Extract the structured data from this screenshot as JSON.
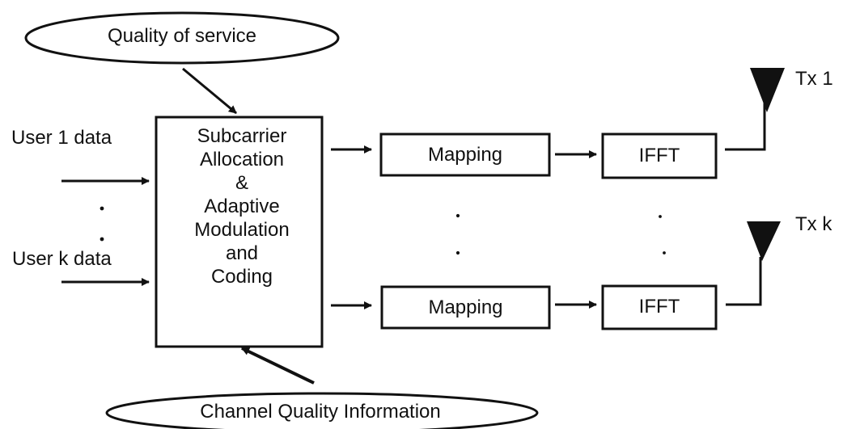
{
  "qos_label": "Quality of service",
  "cqi_label": "Channel Quality Information",
  "user1_label": "User 1 data",
  "userk_label": "User k data",
  "allocation_block_lines": [
    "Subcarrier",
    "Allocation",
    "&",
    "Adaptive",
    "Modulation",
    "and",
    "Coding"
  ],
  "mapping_label": "Mapping",
  "ifft_label": "IFFT",
  "tx1_label": "Tx 1",
  "txk_label": "Tx k"
}
